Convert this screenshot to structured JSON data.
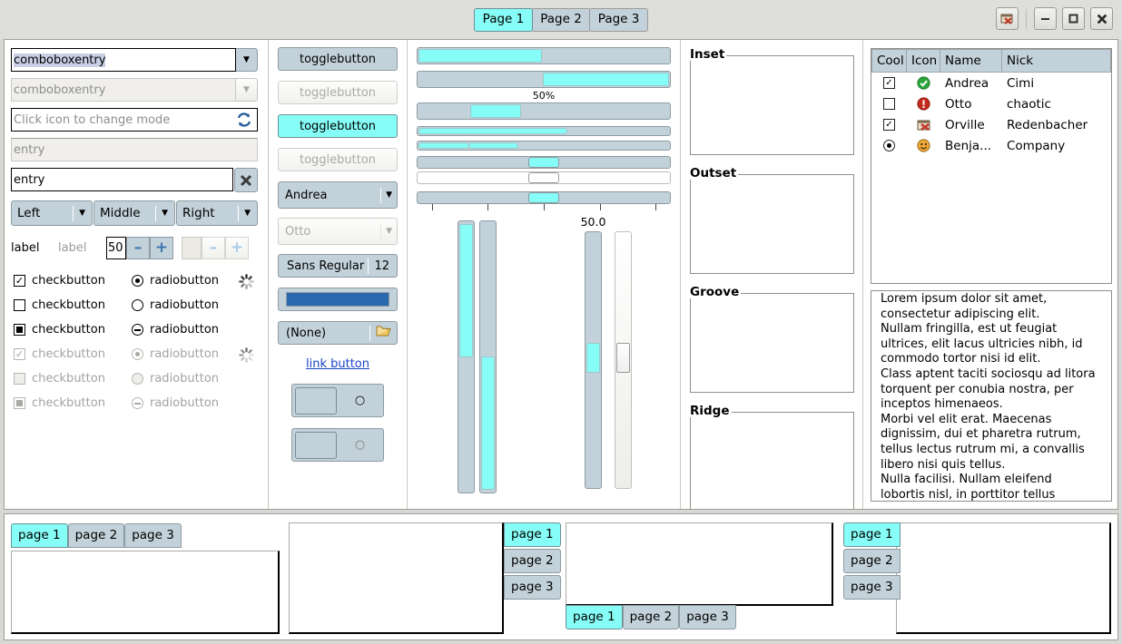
{
  "titlebar": {
    "tabs": [
      {
        "label": "Page 1",
        "active": true
      },
      {
        "label": "Page 2",
        "active": false
      },
      {
        "label": "Page 3",
        "active": false
      }
    ],
    "buttons": {
      "app_icon": "app-icon",
      "minimize": "–",
      "maximize": "□",
      "close": "✕"
    }
  },
  "entries": {
    "comboboxentry_value": "comboboxentry",
    "comboboxentry_disabled": "comboboxentry",
    "icon_entry_placeholder": "Click icon to change mode",
    "entry_disabled_placeholder": "entry",
    "entry_value": "entry"
  },
  "combos": [
    {
      "label": "Left"
    },
    {
      "label": "Middle"
    },
    {
      "label": "Right"
    }
  ],
  "label_row": {
    "label_enabled": "label",
    "label_disabled": "label",
    "spin_value": "50",
    "spin_minus": "–",
    "spin_plus": "+",
    "spin2_value": "",
    "spin2_minus": "–",
    "spin2_plus": "+"
  },
  "toggles": {
    "checkbuttons": [
      {
        "label": "checkbutton",
        "state": "checked",
        "disabled": false
      },
      {
        "label": "checkbutton",
        "state": "unchecked",
        "disabled": false
      },
      {
        "label": "checkbutton",
        "state": "mixed",
        "disabled": false
      },
      {
        "label": "checkbutton",
        "state": "checked",
        "disabled": true
      },
      {
        "label": "checkbutton",
        "state": "unchecked",
        "disabled": true
      },
      {
        "label": "checkbutton",
        "state": "mixed",
        "disabled": true
      }
    ],
    "radiobuttons": [
      {
        "label": "radiobutton",
        "state": "selected",
        "disabled": false
      },
      {
        "label": "radiobutton",
        "state": "unselected",
        "disabled": false
      },
      {
        "label": "radiobutton",
        "state": "mixed",
        "disabled": false
      },
      {
        "label": "radiobutton",
        "state": "selected",
        "disabled": true
      },
      {
        "label": "radiobutton",
        "state": "unselected",
        "disabled": true
      },
      {
        "label": "radiobutton",
        "state": "mixed",
        "disabled": true
      }
    ],
    "spinners": [
      "spinner-active",
      "spinner-disabled"
    ]
  },
  "buttons": {
    "togglebuttons": [
      {
        "label": "togglebutton",
        "state": "normal"
      },
      {
        "label": "togglebutton",
        "state": "disabled"
      },
      {
        "label": "togglebutton",
        "state": "active"
      },
      {
        "label": "togglebutton",
        "state": "disabled"
      }
    ],
    "combo_enabled": "Andrea",
    "combo_disabled": "Otto",
    "font_button": "Sans Regular",
    "font_size": "12",
    "color_button_value": "#2b68ae",
    "file_button": "(None)",
    "file_icon": "folder-icon",
    "link_button": "link button",
    "switch_on_glyph": "○",
    "switch_off_glyph": "○"
  },
  "progress": {
    "bars": [
      {
        "name": "progressbar-ltr",
        "fraction": 0.5,
        "from": "left"
      },
      {
        "name": "progressbar-rtl",
        "fraction": 0.5,
        "from": "right"
      },
      {
        "name": "progressbar-pulse",
        "fraction": 0.24,
        "offset": 0.24
      },
      {
        "name": "progressbar-thin",
        "fraction": 0.6,
        "from": "left"
      },
      {
        "name": "progressbar-thin-pulse",
        "fraction": 0.22,
        "offset": 0.02
      }
    ],
    "percent_label": "50%",
    "scale_value_label": "50.0",
    "scales": [
      {
        "name": "hscale",
        "value": 50
      },
      {
        "name": "hscale-disabled",
        "value": 50
      },
      {
        "name": "hscale-marks",
        "value": 50
      }
    ],
    "tick_count": 5
  },
  "frames": [
    {
      "title": "Inset"
    },
    {
      "title": "Outset"
    },
    {
      "title": "Groove"
    },
    {
      "title": "Ridge"
    }
  ],
  "treeview": {
    "columns": [
      "Cool",
      "Icon",
      "Name",
      "Nick"
    ],
    "rows": [
      {
        "cool": "checked",
        "cool_type": "check",
        "icon": "ok-icon",
        "name": "Andrea",
        "nick": "Cimi"
      },
      {
        "cool": "unchecked",
        "cool_type": "check",
        "icon": "error-icon",
        "name": "Otto",
        "nick": "chaotic"
      },
      {
        "cool": "checked",
        "cool_type": "check",
        "icon": "app-icon",
        "name": "Orville",
        "nick": "Redenbacher"
      },
      {
        "cool": "selected",
        "cool_type": "radio",
        "icon": "face-icon",
        "name": "Benja...",
        "nick": "Company"
      }
    ]
  },
  "textview": {
    "lines": [
      "Lorem ipsum dolor sit amet,",
      "consectetur adipiscing elit.",
      "Nullam fringilla, est ut feugiat",
      "ultrices, elit lacus ultricies nibh, id",
      "commodo tortor nisi id elit.",
      "Class aptent taciti sociosqu ad litora",
      "torquent per conubia nostra, per",
      "inceptos himenaeos.",
      "Morbi vel elit erat. Maecenas",
      "dignissim, dui et pharetra rutrum,",
      "tellus lectus rutrum mi, a convallis",
      "libero nisi quis tellus.",
      "Nulla facilisi. Nullam eleifend",
      "lobortis nisl, in porttitor tellus"
    ]
  },
  "notebooks": [
    {
      "name": "notebook-top",
      "position": "top",
      "tabs": [
        "page 1",
        "page 2",
        "page 3"
      ],
      "active": 0
    },
    {
      "name": "notebook-right",
      "position": "right",
      "tabs": [
        "page 1",
        "page 2",
        "page 3"
      ],
      "active": 0
    },
    {
      "name": "notebook-bottom",
      "position": "bottom",
      "tabs": [
        "page 1",
        "page 2",
        "page 3"
      ],
      "active": 0
    },
    {
      "name": "notebook-left",
      "position": "left",
      "tabs": [
        "page 1",
        "page 2",
        "page 3"
      ],
      "active": 0
    }
  ],
  "colors": {
    "accent_cyan": "#86fdf6",
    "widget_blue": "#c3d2da",
    "window_bg": "#d8d8d4",
    "link": "#1b43c8",
    "color_swatch": "#2b68ae"
  }
}
